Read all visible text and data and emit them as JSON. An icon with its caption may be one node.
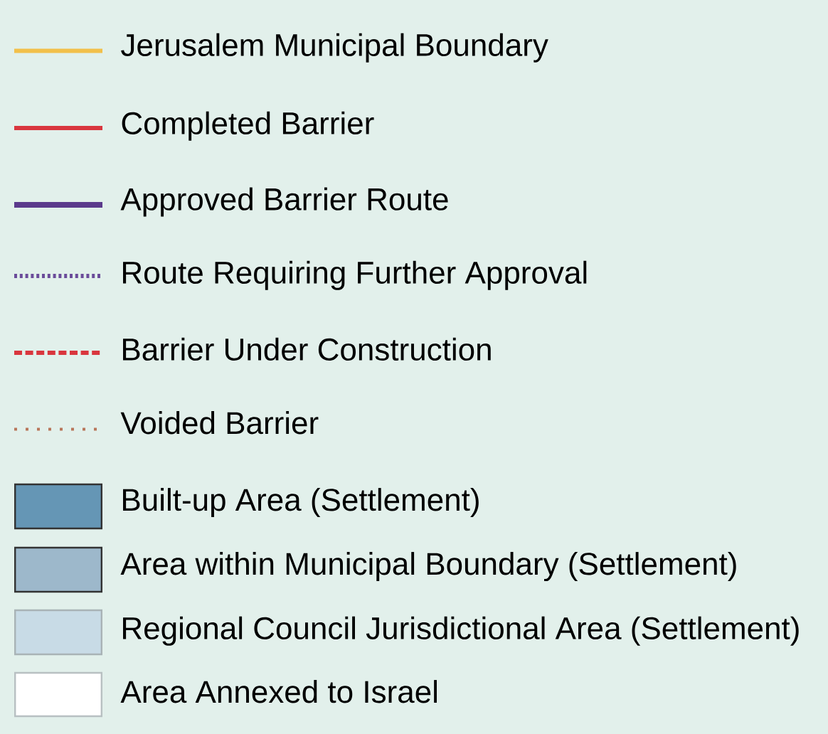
{
  "diagram": {
    "legend": [
      {
        "text": "Jerusalem Municipal Boundary"
      },
      {
        "text": "Completed Barrier"
      },
      {
        "text": "Approved Barrier Route"
      },
      {
        "text": "Route Requiring Further Approval"
      },
      {
        "text": "Barrier Under Construction"
      },
      {
        "text": "Voided Barrier"
      },
      {
        "text": "Built-up Area (Settlement)",
        "color": "#6596b5"
      },
      {
        "text": "Area within Municipal Boundary (Settlement)",
        "color": "#9db8cb"
      },
      {
        "text": "Regional Council Jurisdictional Area (Settlement)",
        "color": "#c8dbe6"
      },
      {
        "text": "Area Annexed to Israel",
        "color": "#ffffff"
      }
    ]
  }
}
